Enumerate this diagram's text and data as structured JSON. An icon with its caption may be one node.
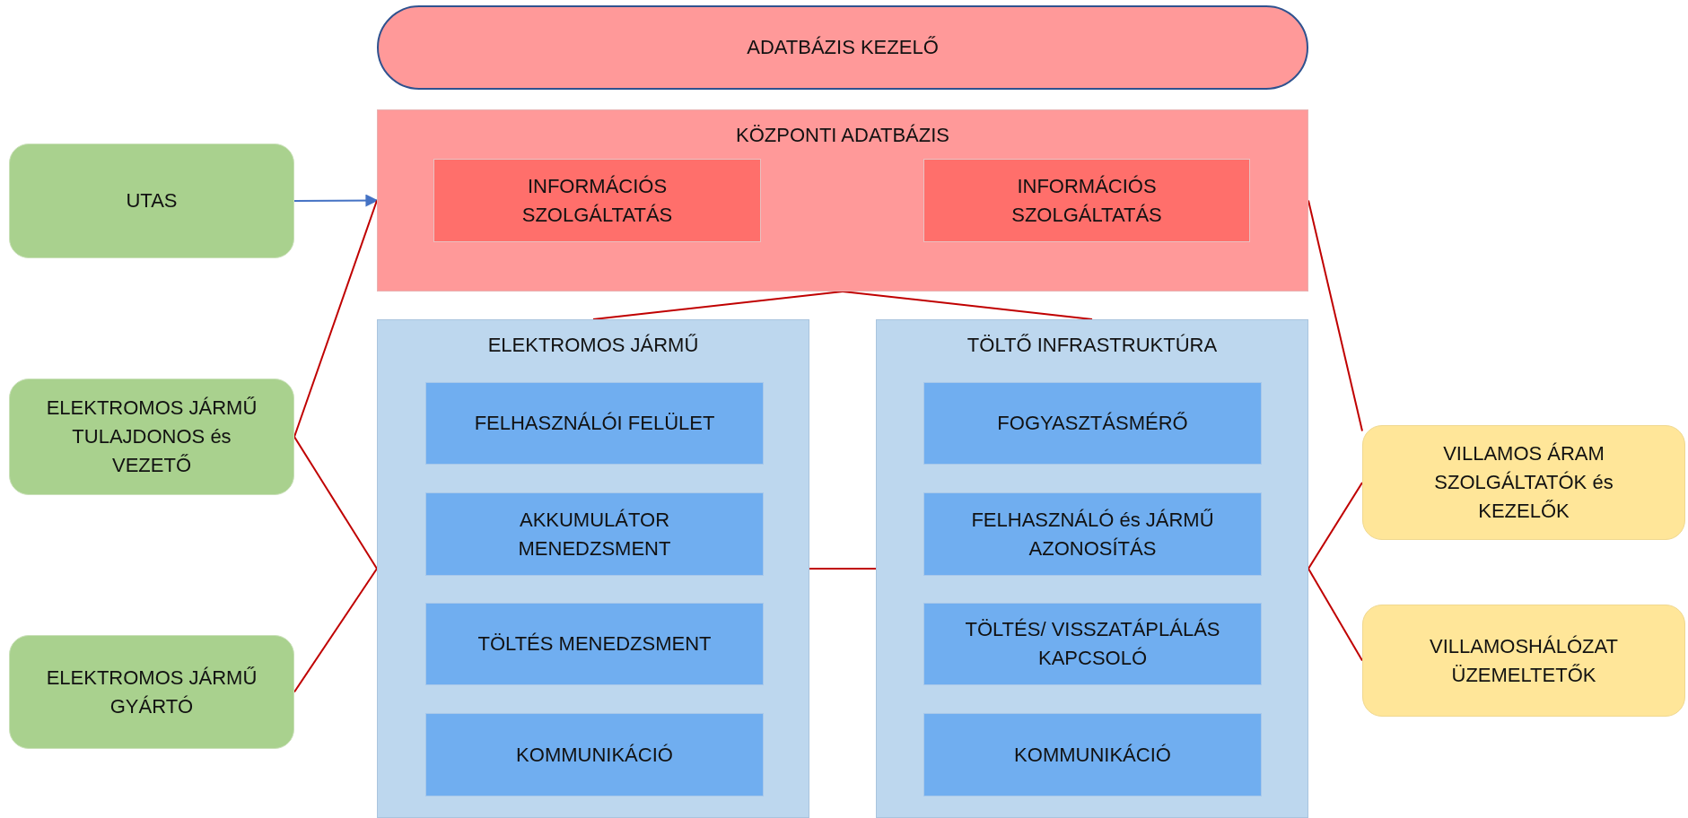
{
  "diagram": {
    "nodes": [
      {
        "text": [
          "ADATBÁZIS KEZELŐ"
        ]
      },
      {
        "text": [
          "KÖZPONTI ADATBÁZIS"
        ]
      },
      {
        "text": [
          "INFORMÁCIÓS SZOLGÁLTATÁS"
        ],
        "in": 1
      },
      {
        "text": [
          "INFORMÁCIÓS SZOLGÁLTATÁS"
        ],
        "in": 1
      },
      {
        "text": [
          "UTAS"
        ]
      },
      {
        "text": [
          "ELEKTROMOS JÁRMŰ TULAJDONOS és VEZETŐ"
        ]
      },
      {
        "text": [
          "ELEKTROMOS JÁRMŰ GYÁRTÓ"
        ]
      },
      {
        "text": [
          "ELEKTROMOS JÁRMŰ"
        ]
      },
      {
        "text": [
          "FELHASZNÁLÓI FELÜLET"
        ],
        "in": 7
      },
      {
        "text": [
          "AKKUMULÁTOR MENEDZSMENT"
        ],
        "in": 7
      },
      {
        "text": [
          "TÖLTÉS MENEDZSMENT"
        ],
        "in": 7
      },
      {
        "text": [
          "KOMMUNIKÁCIÓ"
        ],
        "in": 7
      },
      {
        "text": [
          "TÖLTŐ INFRASTRUKTÚRA"
        ]
      },
      {
        "text": [
          "FOGYASZTÁSMÉRŐ"
        ],
        "in": 12
      },
      {
        "text": [
          "FELHASZNÁLÓ és JÁRMŰ AZONOSÍTÁS"
        ],
        "in": 12
      },
      {
        "text": [
          "TÖLTÉS/ VISSZATÁPLÁLÁS KAPCSOLÓ"
        ],
        "in": 12
      },
      {
        "text": [
          "KOMMUNIKÁCIÓ"
        ],
        "in": 12
      },
      {
        "text": [
          "VILLAMOS ÁRAM SZOLGÁLTATÓK és KEZELŐK"
        ]
      },
      {
        "text": [
          "VILLAMOSHÁLÓZAT ÜZEMELTETŐK"
        ]
      }
    ],
    "edges": [
      {
        "from": 4,
        "to": 1,
        "arrow": "to",
        "color": "#4472c4"
      },
      {
        "from": 5,
        "to": 1,
        "arrow": "none"
      },
      {
        "from": 5,
        "to": 7,
        "arrow": "none"
      },
      {
        "from": 6,
        "to": 7,
        "arrow": "none"
      },
      {
        "from": 1,
        "to": 7,
        "arrow": "none"
      },
      {
        "from": 1,
        "to": 12,
        "arrow": "none"
      },
      {
        "from": 7,
        "to": 12,
        "arrow": "none"
      },
      {
        "from": 1,
        "to": 17,
        "arrow": "none"
      },
      {
        "from": 12,
        "to": 17,
        "arrow": "none"
      },
      {
        "from": 12,
        "to": 18,
        "arrow": "none"
      }
    ]
  }
}
